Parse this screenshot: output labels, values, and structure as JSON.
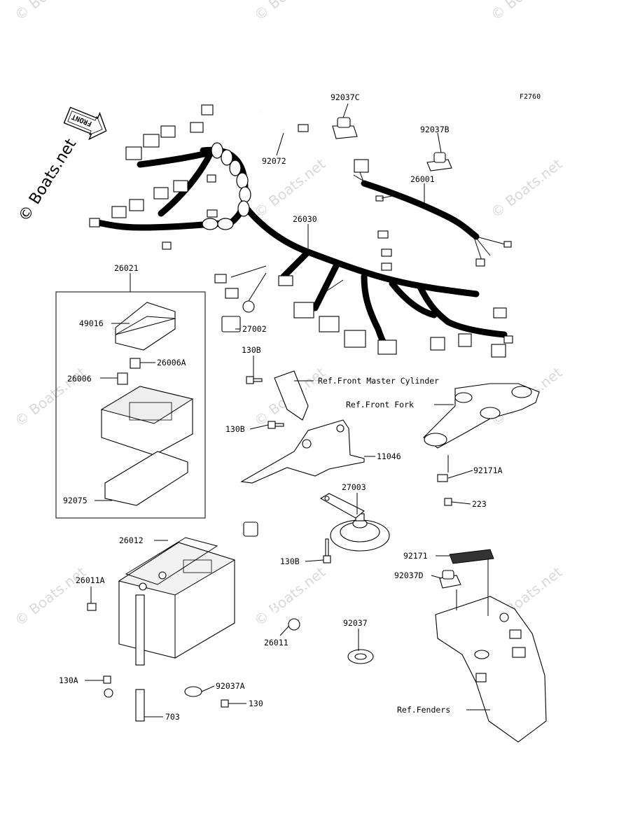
{
  "figure_code": "F2760",
  "front_arrow": {
    "text": "FRONT"
  },
  "brand": "© Boats.net",
  "watermark": "© Boats.net",
  "parts": {
    "p92037C": "92037C",
    "p92037B": "92037B",
    "p92072": "92072",
    "p26001": "26001",
    "p26030": "26030",
    "p26021": "26021",
    "p49016": "49016",
    "p26006A": "26006A",
    "p26006": "26006",
    "p92075": "92075",
    "p27002": "27002",
    "p130B_1": "130B",
    "p130B_2": "130B",
    "p130B_3": "130B",
    "ref_master": "Ref.Front Master Cylinder",
    "ref_fork": "Ref.Front Fork",
    "p11046": "11046",
    "p92171A": "92171A",
    "p223": "223",
    "p27003": "27003",
    "p26012": "26012",
    "p26011A": "26011A",
    "p130A": "130A",
    "p92037A": "92037A",
    "p130": "130",
    "p703": "703",
    "p26011": "26011",
    "p92037": "92037",
    "p92171": "92171",
    "p92037D": "92037D",
    "ref_fenders": "Ref.Fenders"
  }
}
